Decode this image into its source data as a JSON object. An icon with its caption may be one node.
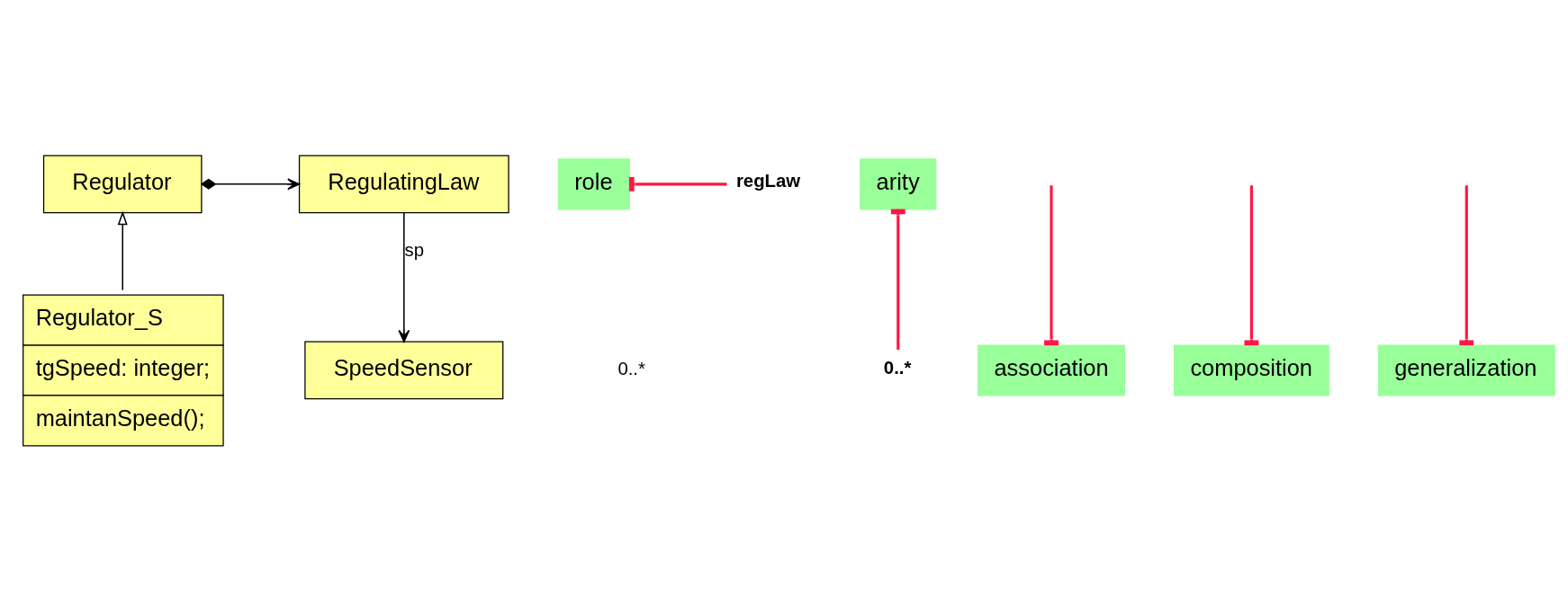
{
  "diagram": {
    "nodes": [
      {
        "text": [
          "RegulatingLaw"
        ]
      },
      {
        "text": [
          "Regulator"
        ]
      },
      {
        "text": [
          "SpeedSensor"
        ]
      },
      {
        "text": [
          "Regulator_S",
          "tgSpeed: integer;",
          "maintanSpeed();"
        ]
      },
      {
        "text": [
          "regLaw"
        ]
      },
      {
        "text": [
          "0..*"
        ]
      },
      {
        "text": [
          "role"
        ]
      },
      {
        "text": [
          "association"
        ]
      },
      {
        "text": [
          "arity"
        ]
      },
      {
        "text": [
          "composition"
        ]
      },
      {
        "text": [
          "generalization"
        ]
      }
    ],
    "edges": [
      {
        "from": 1,
        "to": 0,
        "arrow": "to",
        "color": "#000000"
      },
      {
        "from": 0,
        "to": 2,
        "arrow": "to",
        "label": "sp",
        "color": "#000000"
      },
      {
        "from": 3,
        "to": 1,
        "arrow": "to",
        "color": "#000000"
      },
      {
        "from": 6,
        "to": 4,
        "arrow": "other",
        "color": "#ff1744"
      },
      {
        "from": null,
        "to": 7,
        "arrow": "to",
        "color": "#ff1744"
      },
      {
        "from": 8,
        "to": 5,
        "arrow": "other",
        "color": "#ff1744"
      },
      {
        "from": null,
        "to": 9,
        "arrow": "to",
        "color": "#ff1744"
      },
      {
        "from": null,
        "to": 10,
        "arrow": "to",
        "color": "#ff1744"
      }
    ],
    "labels": [
      "0..*"
    ]
  }
}
